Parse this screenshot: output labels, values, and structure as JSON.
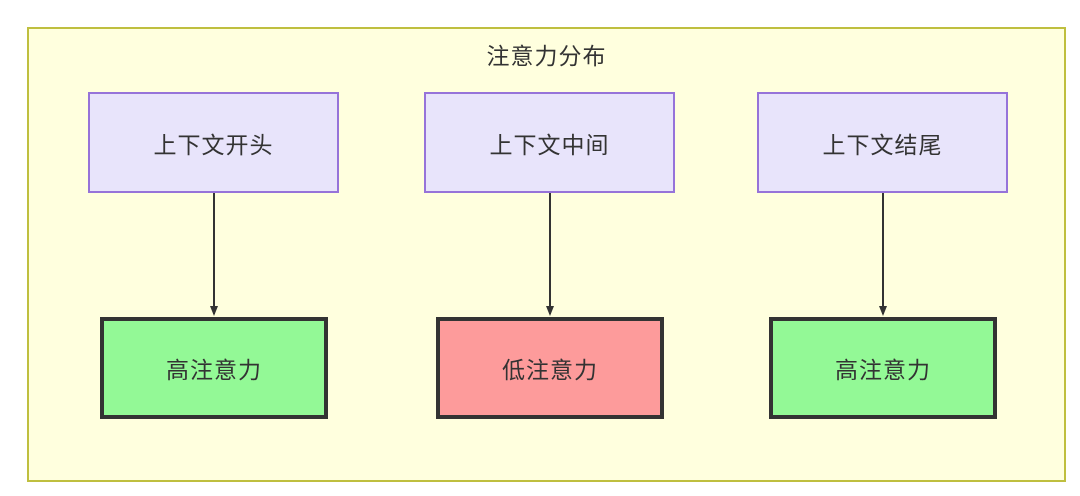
{
  "diagram": {
    "title": "注意力分布",
    "container_fill": "#ffffde",
    "container_stroke": "#bfbf3f",
    "text_color": "#333333",
    "top_nodes": [
      {
        "label": "上下文开头",
        "fill": "#e8e4fb",
        "stroke": "#9673d9"
      },
      {
        "label": "上下文中间",
        "fill": "#e8e4fb",
        "stroke": "#9673d9"
      },
      {
        "label": "上下文结尾",
        "fill": "#e8e4fb",
        "stroke": "#9673d9"
      }
    ],
    "bottom_nodes": [
      {
        "label": "高注意力",
        "fill": "#93f996",
        "stroke": "#333333"
      },
      {
        "label": "低注意力",
        "fill": "#fd9b9b",
        "stroke": "#333333"
      },
      {
        "label": "高注意力",
        "fill": "#93f996",
        "stroke": "#333333"
      }
    ],
    "edges": [
      {
        "from": "上下文开头",
        "to": "高注意力",
        "label": ""
      },
      {
        "from": "上下文中间",
        "to": "低注意力",
        "label": ""
      },
      {
        "from": "上下文结尾",
        "to": "高注意力",
        "label": ""
      }
    ],
    "edge_color": "#333333"
  }
}
